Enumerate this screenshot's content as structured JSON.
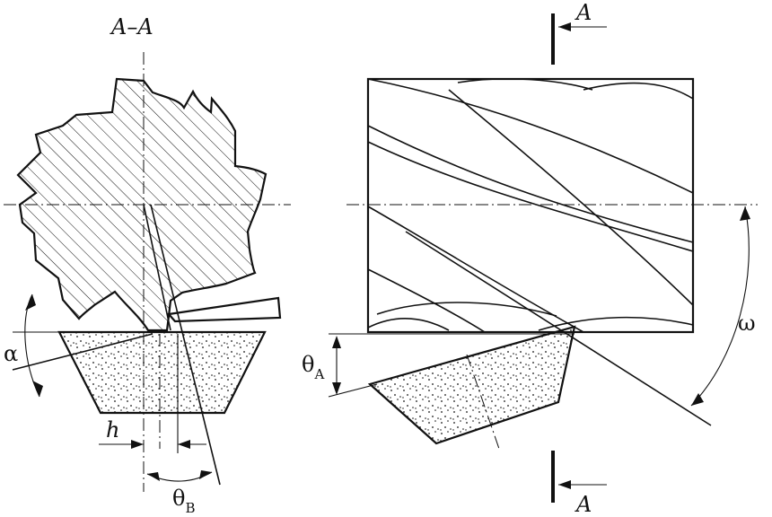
{
  "labels": {
    "section_title": "A–A",
    "section_marker_top": "A",
    "section_marker_bottom": "A",
    "alpha": "α",
    "h": "h",
    "theta": "θ",
    "theta_b_sub": "B",
    "theta_a_sub": "A",
    "omega": "ω"
  }
}
